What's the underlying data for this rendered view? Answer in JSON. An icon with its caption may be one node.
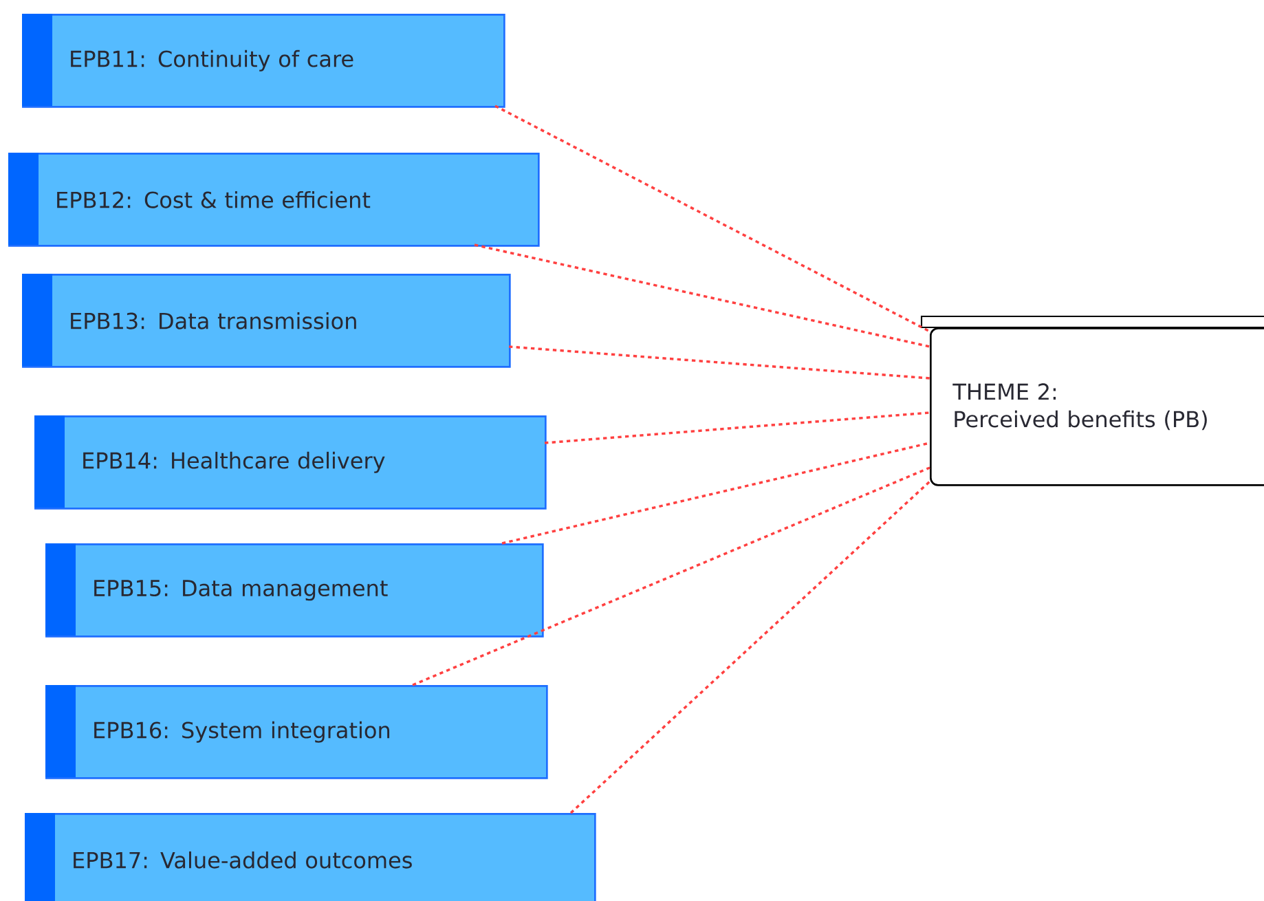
{
  "diagram": {
    "nodes": [
      {
        "text": [
          "EPB11: Continuity of care"
        ]
      },
      {
        "text": [
          "EPB12: Cost & time efficient"
        ]
      },
      {
        "text": [
          "EPB13: Data transmission"
        ]
      },
      {
        "text": [
          "EPB14: Healthcare delivery"
        ]
      },
      {
        "text": [
          "EPB15: Data management"
        ]
      },
      {
        "text": [
          "EPB16: System integration"
        ]
      },
      {
        "text": [
          "EPB17: Value-added outcomes"
        ]
      },
      {
        "text": [
          "THEME 2:",
          "Perceived benefits (PB)"
        ]
      }
    ],
    "edges": [
      {
        "from": 0,
        "to": 7,
        "arrow": "none",
        "style": "dashed",
        "color": "#ff4040"
      },
      {
        "from": 1,
        "to": 7,
        "arrow": "none",
        "style": "dashed",
        "color": "#ff4040"
      },
      {
        "from": 2,
        "to": 7,
        "arrow": "none",
        "style": "dashed",
        "color": "#ff4040"
      },
      {
        "from": 3,
        "to": 7,
        "arrow": "none",
        "style": "dashed",
        "color": "#ff4040"
      },
      {
        "from": 4,
        "to": 7,
        "arrow": "none",
        "style": "dashed",
        "color": "#ff4040"
      },
      {
        "from": 5,
        "to": 7,
        "arrow": "none",
        "style": "dashed",
        "color": "#ff4040"
      },
      {
        "from": 6,
        "to": 7,
        "arrow": "none",
        "style": "dashed",
        "color": "#ff4040"
      }
    ]
  }
}
